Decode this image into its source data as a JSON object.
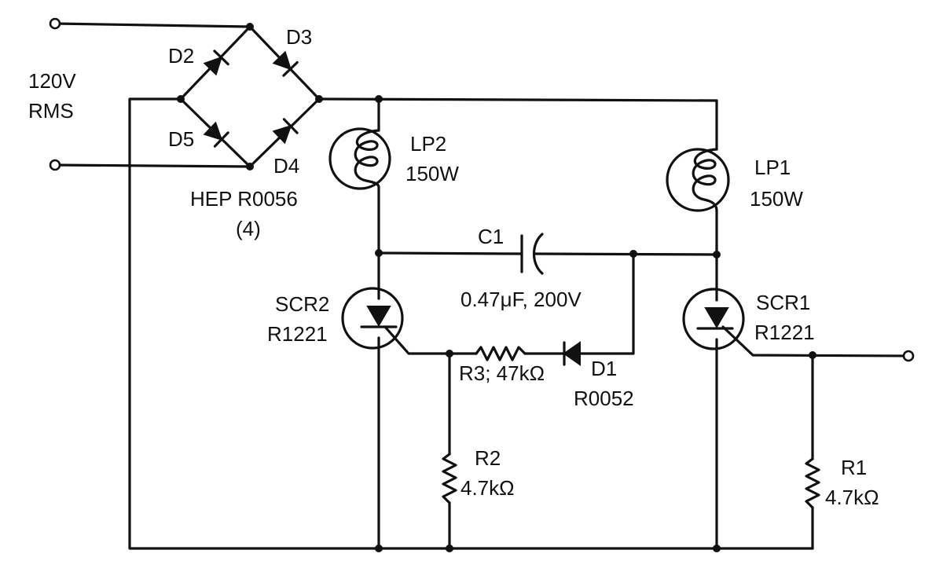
{
  "source": {
    "line1": "120V",
    "line2": "RMS"
  },
  "bridge": {
    "d2": "D2",
    "d3": "D3",
    "d4": "D4",
    "d5": "D5",
    "part": "HEP R0056",
    "qty": "(4)"
  },
  "lamps": {
    "lp2": {
      "name": "LP2",
      "rating": "150W"
    },
    "lp1": {
      "name": "LP1",
      "rating": "150W"
    }
  },
  "capacitor": {
    "name": "C1",
    "value": "0.47μF, 200V"
  },
  "scr2": {
    "name": "SCR2",
    "part": "R1221"
  },
  "scr1": {
    "name": "SCR1",
    "part": "R1221"
  },
  "r3": {
    "label": "R3; 47kΩ"
  },
  "d1": {
    "name": "D1",
    "part": "R0052"
  },
  "r2": {
    "name": "R2",
    "value": "4.7kΩ"
  },
  "r1": {
    "name": "R1",
    "value": "4.7kΩ"
  },
  "colors": {
    "ink": "#111111",
    "paper": "#ffffff"
  }
}
